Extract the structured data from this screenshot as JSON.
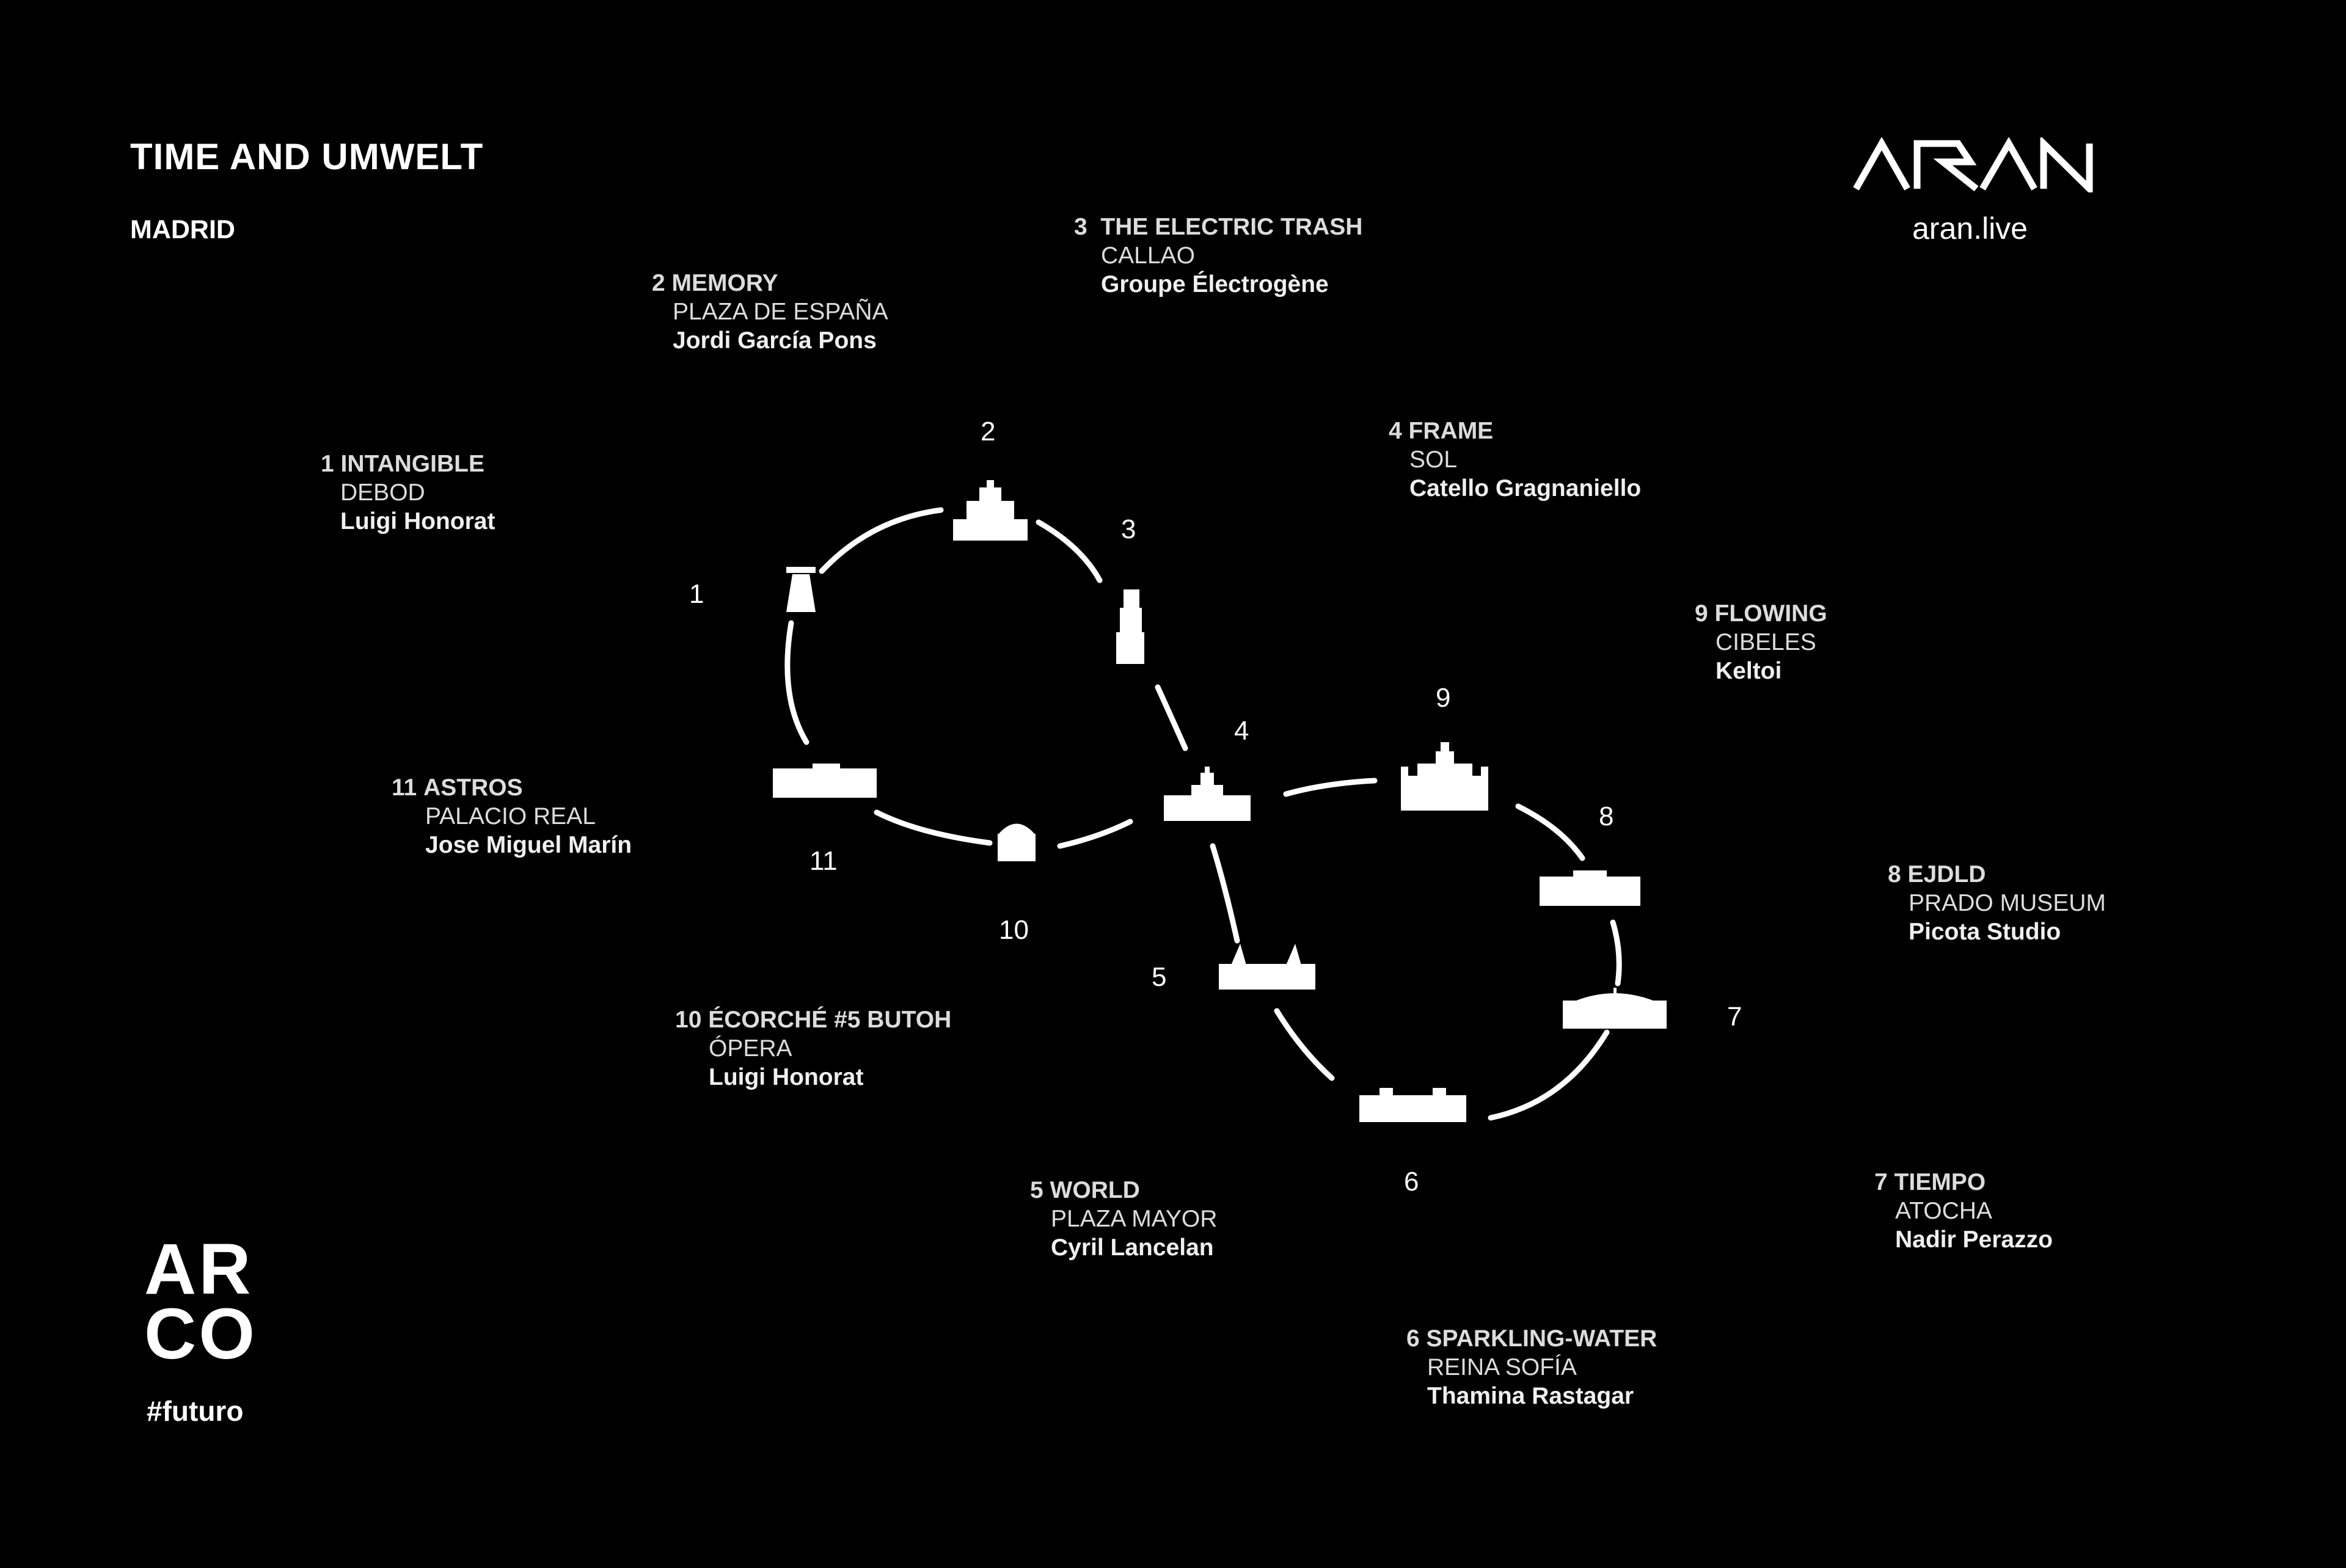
{
  "header": {
    "title": "TIME AND UMWELT",
    "city": "MADRID"
  },
  "brand": {
    "logo_text": "ARAN",
    "url": "aran.live"
  },
  "footer": {
    "arco_line1": "AR",
    "arco_line2": "CO",
    "hashtag": "#futuro"
  },
  "stops": [
    {
      "num": "1",
      "name": "INTANGIBLE",
      "place": "DEBOD",
      "artist": "Luigi Honorat"
    },
    {
      "num": "2",
      "name": "MEMORY",
      "place": "PLAZA DE ESPAÑA",
      "artist": "Jordi García Pons"
    },
    {
      "num": "3",
      "name": "THE ELECTRIC TRASH",
      "place": "CALLAO",
      "artist": "Groupe Électrogène"
    },
    {
      "num": "4",
      "name": "FRAME",
      "place": "SOL",
      "artist": "Catello Gragnaniello"
    },
    {
      "num": "5",
      "name": "WORLD",
      "place": "PLAZA MAYOR",
      "artist": "Cyril Lancelan"
    },
    {
      "num": "6",
      "name": "SPARKLING-WATER",
      "place": "REINA SOFÍA",
      "artist": "Thamina Rastagar"
    },
    {
      "num": "7",
      "name": "TIEMPO",
      "place": "ATOCHA",
      "artist": "Nadir Perazzo"
    },
    {
      "num": "8",
      "name": "EJDLD",
      "place": "PRADO MUSEUM",
      "artist": "Picota Studio"
    },
    {
      "num": "9",
      "name": "FLOWING",
      "place": "CIBELES",
      "artist": "Keltoi"
    },
    {
      "num": "10",
      "name": "ÉCORCHÉ #5 BUTOH",
      "place": "ÓPERA",
      "artist": "Luigi Honorat"
    },
    {
      "num": "11",
      "name": "ASTROS",
      "place": "PALACIO REAL",
      "artist": "Jose Miguel Marín"
    }
  ],
  "colors": {
    "background": "#000000",
    "route": "#ffffff",
    "text": "#dcdcdc"
  }
}
